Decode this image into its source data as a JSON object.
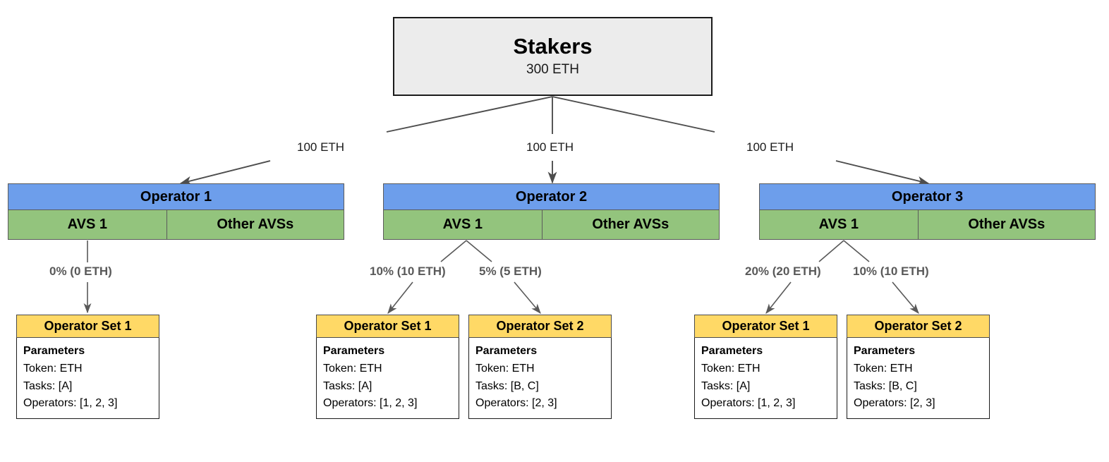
{
  "diagram": {
    "title": "EigenLayer Stakers / Operators / Operator Sets allocation diagram",
    "colors": {
      "stakers_fill": "#ececec",
      "operator_header_fill": "#6d9eeb",
      "avs_cell_fill": "#93c47d",
      "operator_set_header_fill": "#ffd966",
      "operator_set_body_fill": "#ffffff",
      "edge_stroke": "#4d4d4d",
      "percent_label_color": "#595959"
    }
  },
  "stakers": {
    "title": "Stakers",
    "amount": "300 ETH"
  },
  "stake_edge_labels": [
    "100 ETH",
    "100 ETH",
    "100 ETH"
  ],
  "operators": [
    {
      "name": "Operator 1",
      "avs_label": "AVS 1",
      "other_label": "Other AVSs",
      "allocation_labels": [
        "0% (0 ETH)"
      ],
      "operator_sets": [
        {
          "title": "Operator Set 1",
          "params_heading": "Parameters",
          "token": "Token: ETH",
          "tasks": "Tasks: [A]",
          "operators": "Operators: [1, 2, 3]"
        }
      ]
    },
    {
      "name": "Operator 2",
      "avs_label": "AVS 1",
      "other_label": "Other AVSs",
      "allocation_labels": [
        "10% (10 ETH)",
        "5% (5 ETH)"
      ],
      "operator_sets": [
        {
          "title": "Operator Set 1",
          "params_heading": "Parameters",
          "token": "Token: ETH",
          "tasks": "Tasks: [A]",
          "operators": "Operators: [1, 2, 3]"
        },
        {
          "title": "Operator Set 2",
          "params_heading": "Parameters",
          "token": "Token: ETH",
          "tasks": "Tasks: [B, C]",
          "operators": "Operators: [2, 3]"
        }
      ]
    },
    {
      "name": "Operator 3",
      "avs_label": "AVS 1",
      "other_label": "Other AVSs",
      "allocation_labels": [
        "20% (20 ETH)",
        "10% (10 ETH)"
      ],
      "operator_sets": [
        {
          "title": "Operator Set 1",
          "params_heading": "Parameters",
          "token": "Token: ETH",
          "tasks": "Tasks: [A]",
          "operators": "Operators: [1, 2, 3]"
        },
        {
          "title": "Operator Set 2",
          "params_heading": "Parameters",
          "token": "Token: ETH",
          "tasks": "Tasks: [B, C]",
          "operators": "Operators: [2, 3]"
        }
      ]
    }
  ]
}
